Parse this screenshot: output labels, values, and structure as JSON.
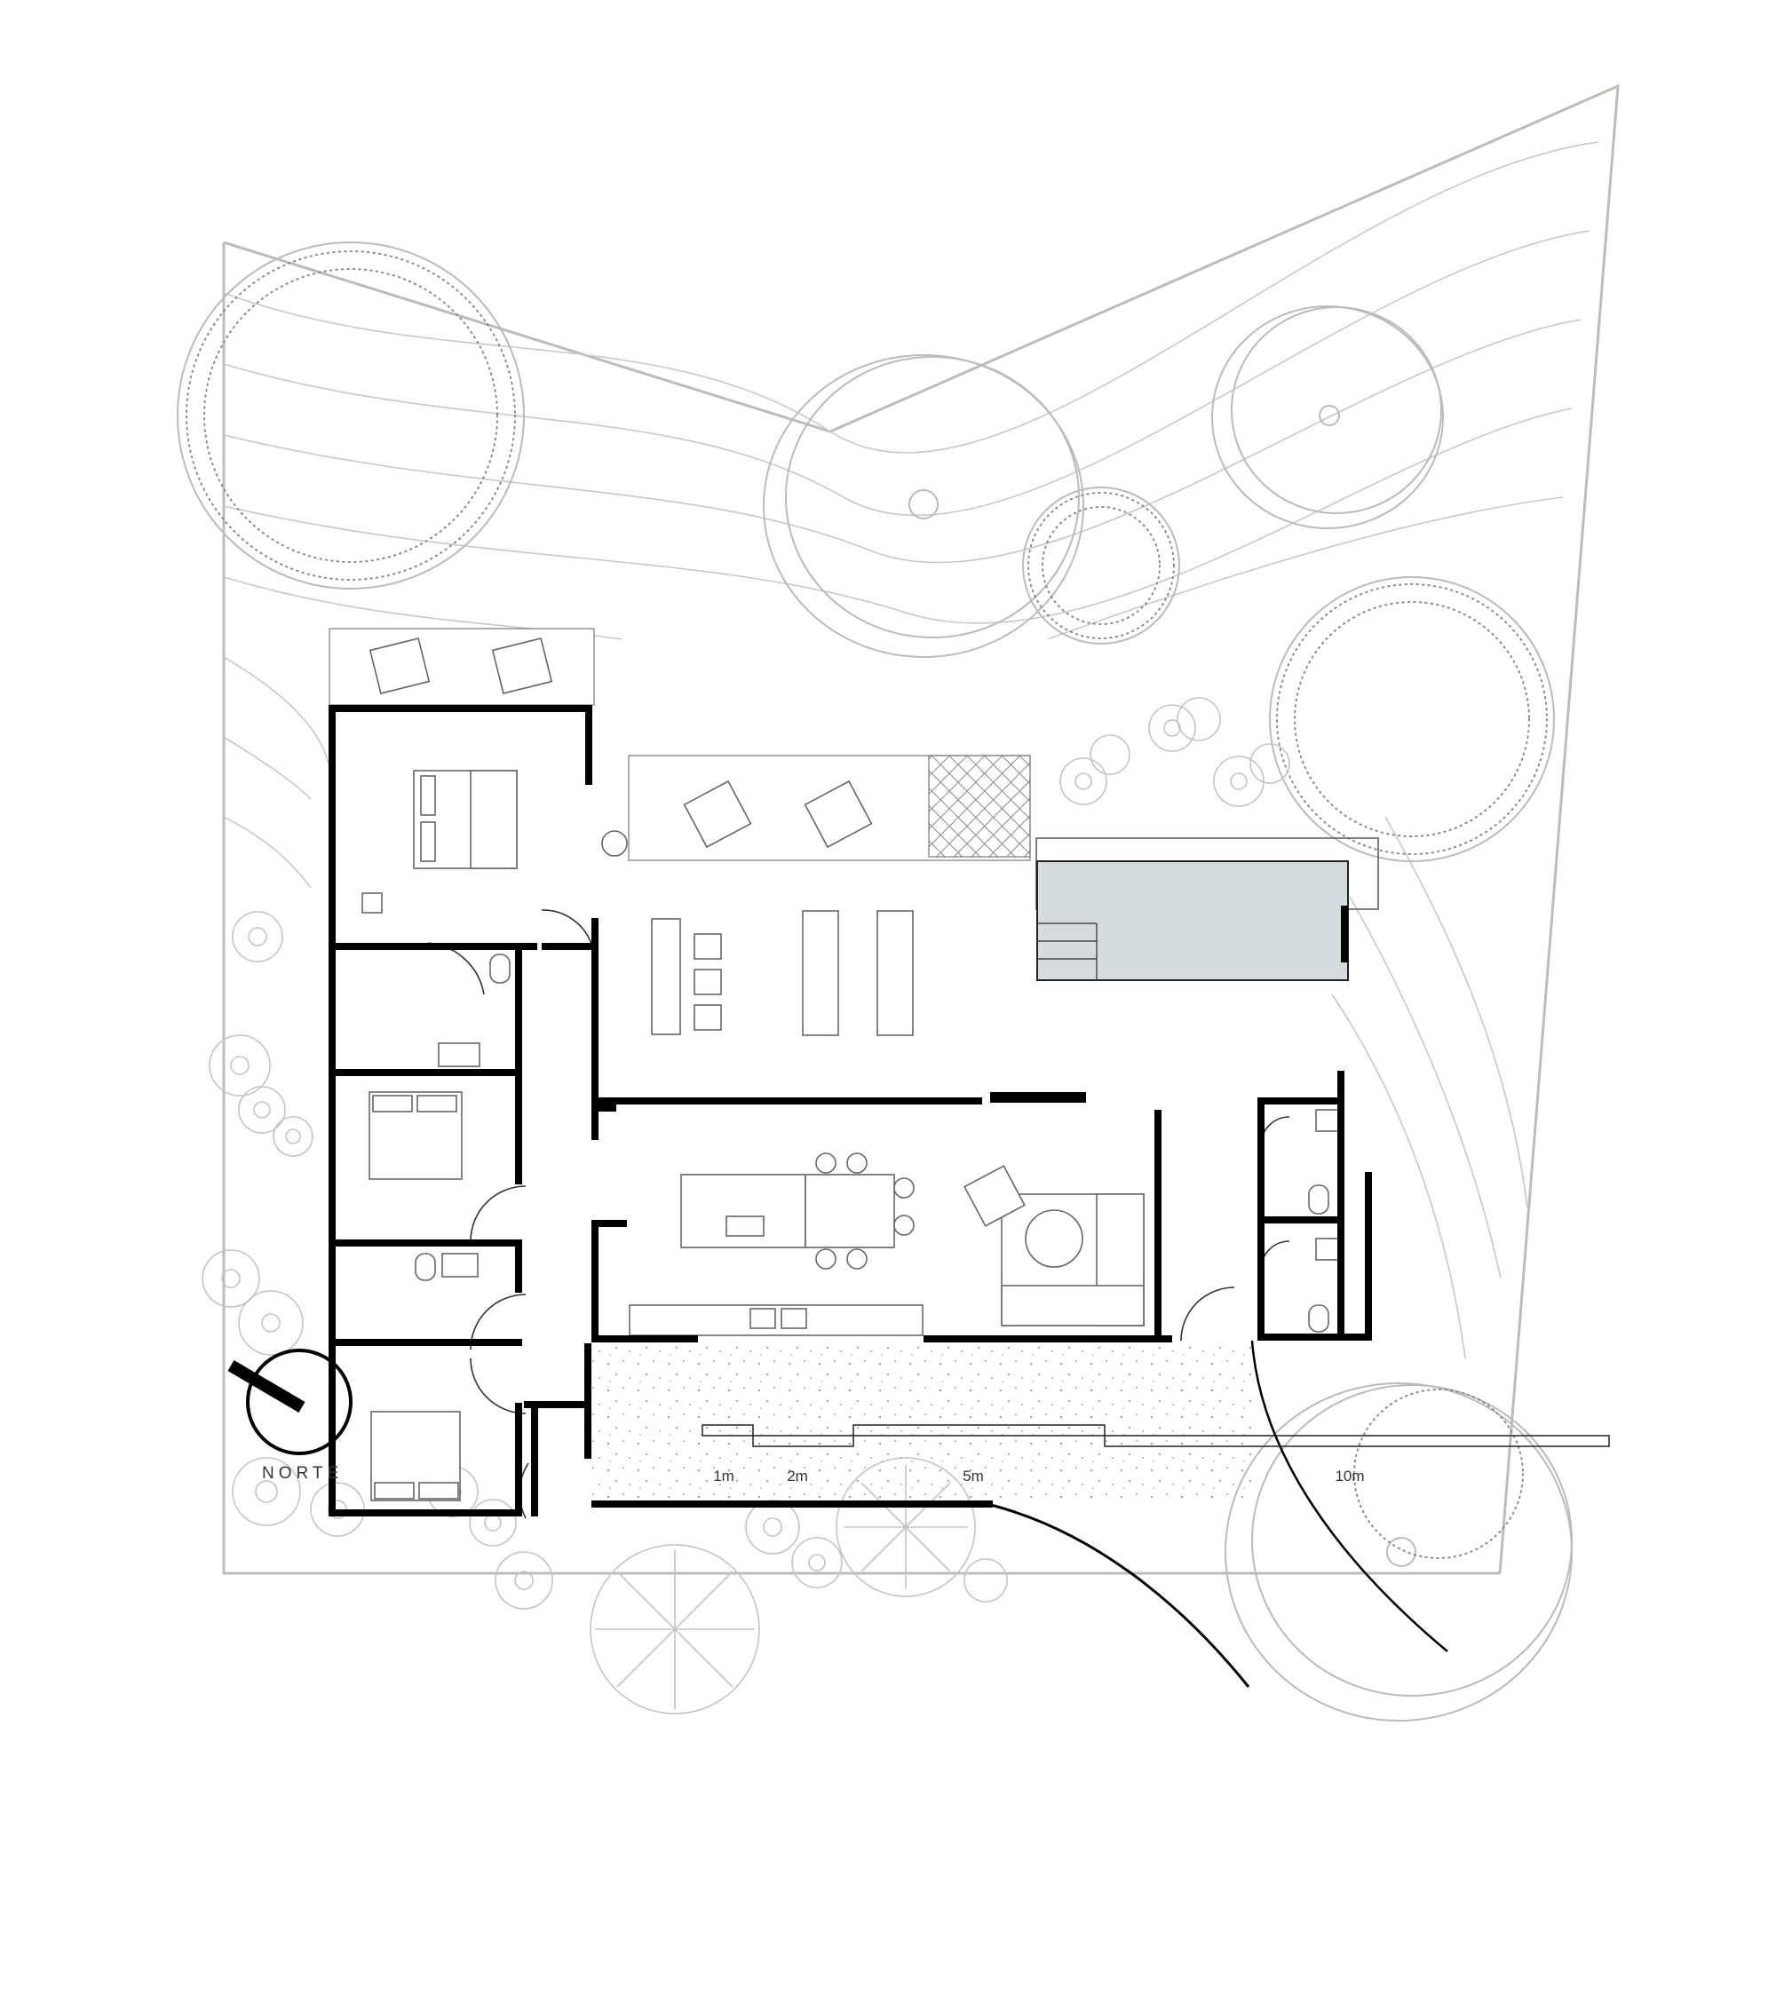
{
  "north": {
    "label": "NORTE"
  },
  "scale_bar": {
    "labels": [
      "1m",
      "2m",
      "5m",
      "10m"
    ]
  },
  "colors": {
    "walls": "#000000",
    "landscape": "#bdbdb5",
    "pool_water": "#d5dcdd"
  }
}
